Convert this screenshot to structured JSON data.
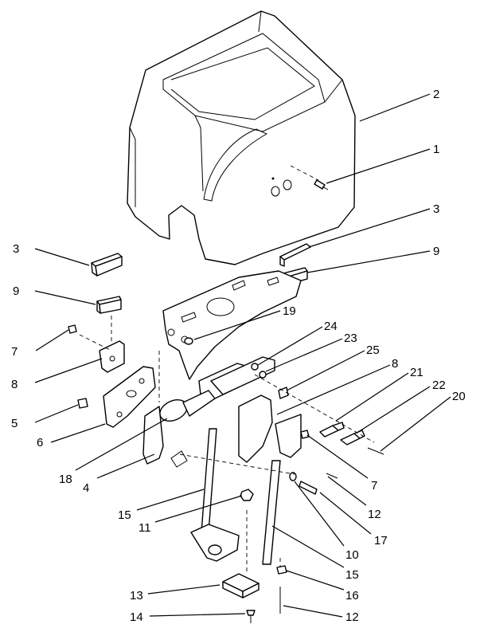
{
  "callouts": [
    {
      "id": "c2",
      "label": "2"
    },
    {
      "id": "c1",
      "label": "1"
    },
    {
      "id": "c3a",
      "label": "3"
    },
    {
      "id": "c9a",
      "label": "9"
    },
    {
      "id": "c3b",
      "label": "3"
    },
    {
      "id": "c9b",
      "label": "9"
    },
    {
      "id": "c19",
      "label": "19"
    },
    {
      "id": "c24",
      "label": "24"
    },
    {
      "id": "c23",
      "label": "23"
    },
    {
      "id": "c25",
      "label": "25"
    },
    {
      "id": "c8a",
      "label": "8"
    },
    {
      "id": "c21",
      "label": "21"
    },
    {
      "id": "c22",
      "label": "22"
    },
    {
      "id": "c20",
      "label": "20"
    },
    {
      "id": "c7a",
      "label": "7"
    },
    {
      "id": "c8b",
      "label": "8"
    },
    {
      "id": "c5",
      "label": "5"
    },
    {
      "id": "c6",
      "label": "6"
    },
    {
      "id": "c18",
      "label": "18"
    },
    {
      "id": "c4",
      "label": "4"
    },
    {
      "id": "c7b",
      "label": "7"
    },
    {
      "id": "c12a",
      "label": "12"
    },
    {
      "id": "c15a",
      "label": "15"
    },
    {
      "id": "c11",
      "label": "11"
    },
    {
      "id": "c17",
      "label": "17"
    },
    {
      "id": "c10",
      "label": "10"
    },
    {
      "id": "c15b",
      "label": "15"
    },
    {
      "id": "c13",
      "label": "13"
    },
    {
      "id": "c16",
      "label": "16"
    },
    {
      "id": "c14",
      "label": "14"
    },
    {
      "id": "c12b",
      "label": "12"
    }
  ]
}
